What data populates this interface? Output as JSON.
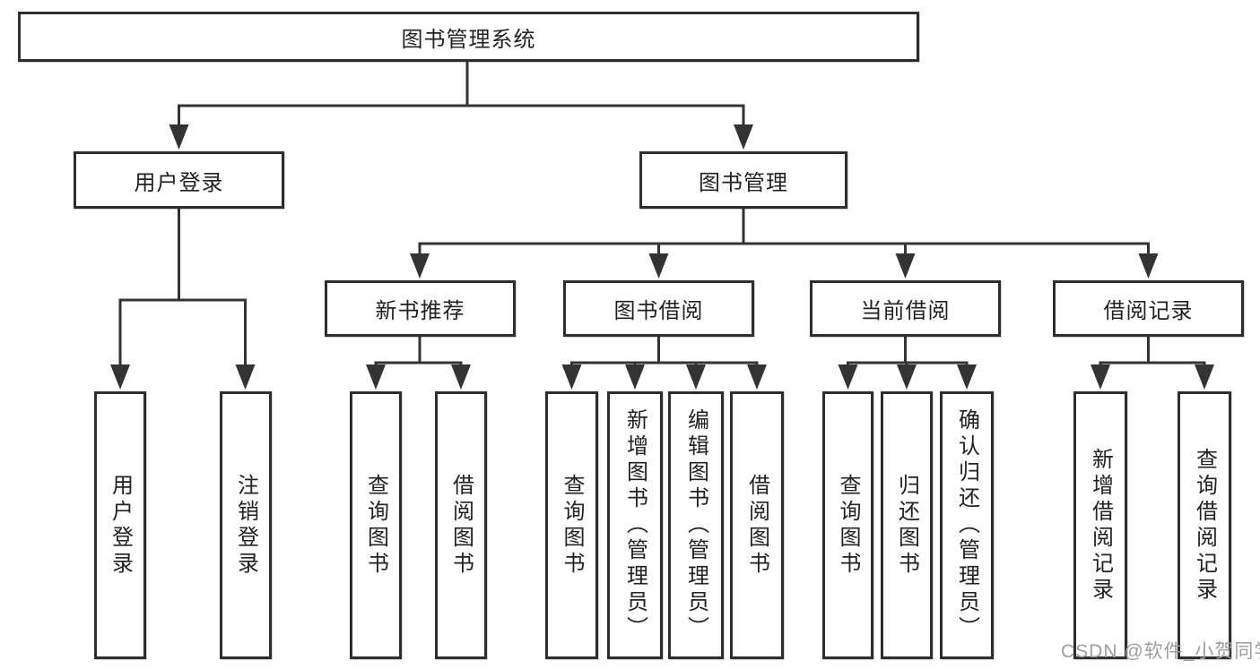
{
  "colors": {
    "line": "#333333",
    "box_border": "#2e2e2e",
    "box_fill": "#ffffff",
    "text": "#222222",
    "watermark": "#9e9e9e",
    "background": "#ffffff"
  },
  "watermark": "CSDN @软件_小贺同学",
  "tree": {
    "root": "图书管理系统",
    "branches": [
      {
        "label": "用户登录",
        "leaves": [
          "用户登录",
          "注销登录"
        ]
      },
      {
        "label": "图书管理",
        "sections": [
          {
            "label": "新书推荐",
            "leaves": [
              "查询图书",
              "借阅图书"
            ]
          },
          {
            "label": "图书借阅",
            "leaves": [
              "查询图书",
              "新增图书（管理员）",
              "编辑图书（管理员）",
              "借阅图书"
            ]
          },
          {
            "label": "当前借阅",
            "leaves": [
              "查询图书",
              "归还图书",
              "确认归还（管理员）"
            ]
          },
          {
            "label": "借阅记录",
            "leaves": [
              "新增借阅记录",
              "查询借阅记录"
            ]
          }
        ]
      }
    ]
  }
}
